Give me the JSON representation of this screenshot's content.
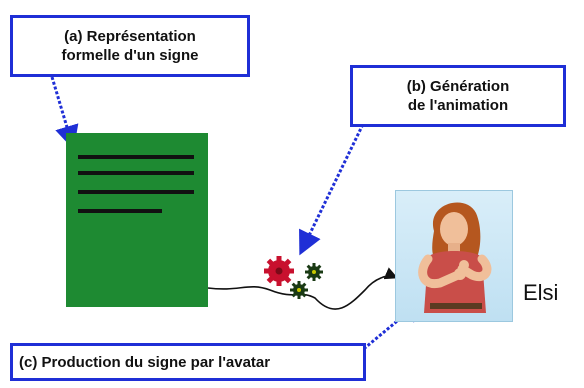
{
  "callouts": {
    "a": {
      "line1": "(a) Représentation",
      "line2": "formelle d'un signe"
    },
    "b": {
      "line1": "(b) Génération",
      "line2": "de l'animation"
    },
    "c": {
      "text": "(c) Production du signe par l'avatar"
    }
  },
  "avatar": {
    "name": "Elsi"
  },
  "colors": {
    "callout_border": "#1f2fd6",
    "document": "#1e8a32",
    "gear_red": "#c8102e",
    "gear_dark": "#1a3a14",
    "avatar_bg": "#cfe9f6"
  }
}
